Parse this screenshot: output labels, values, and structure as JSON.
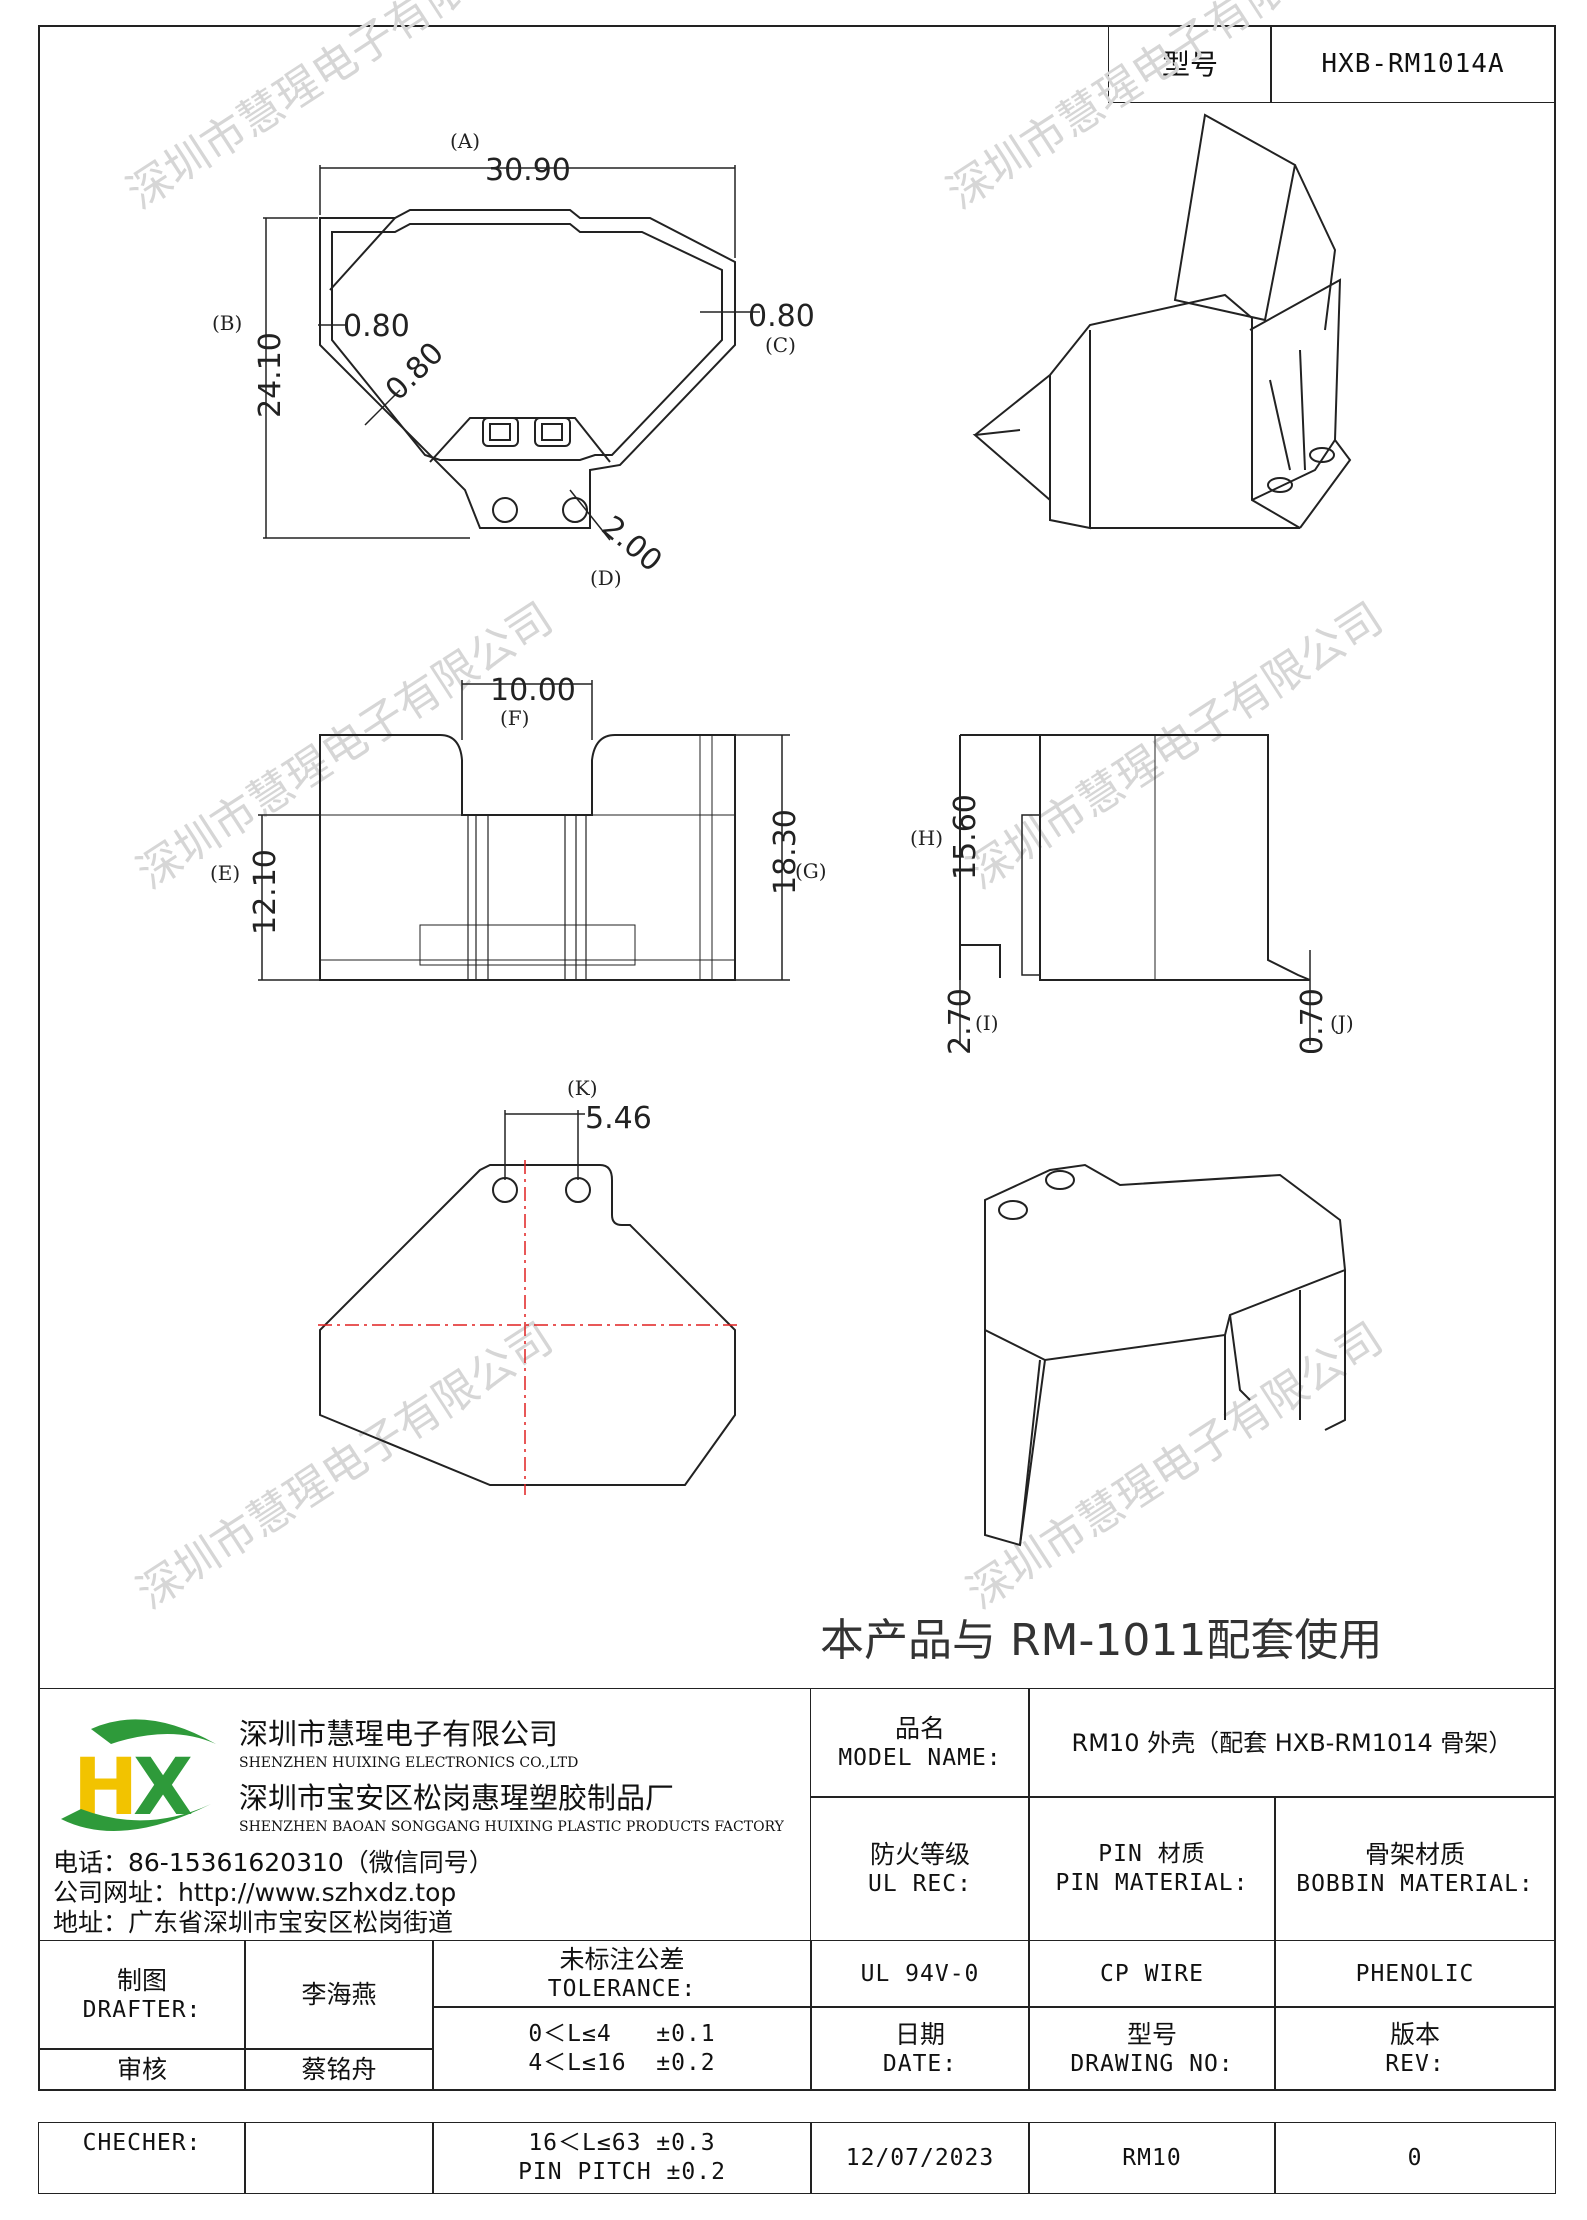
{
  "header": {
    "model_label": "型号",
    "model_value": "HXB-RM1014A"
  },
  "watermark": "深圳市慧瑆电子有限公司",
  "drawing": {
    "dims": {
      "A": "(A)",
      "A_val": "30.90",
      "B": "(B)",
      "B_val": "24.10",
      "left_wall": "0.80",
      "C": "(C)",
      "C_val": "0.80",
      "diag": "0.80",
      "D": "(D)",
      "D_val": "2.00",
      "F": "(F)",
      "F_val": "10.00",
      "E": "(E)",
      "E_val": "12.10",
      "G": "(G)",
      "G_val": "18.30",
      "H": "(H)",
      "H_val": "15.60",
      "I": "(I)",
      "I_val": "2.70",
      "J": "(J)",
      "J_val": "0.70",
      "K": "(K)",
      "K_val": "5.46"
    },
    "note": "本产品与    RM-1011配套使用"
  },
  "company": {
    "name_cn": "深圳市慧瑆电子有限公司",
    "name_en": "SHENZHEN HUIXING ELECTRONICS CO.,LTD",
    "factory_cn": "深圳市宝安区松岗惠瑆塑胶制品厂",
    "factory_en": "SHENZHEN BAOAN SONGGANG HUIXING PLASTIC PRODUCTS FACTORY",
    "phone": "电话：86-15361620310（微信同号）",
    "website": "公司网址：http://www.szhxdz.top",
    "address": "地址：广东省深圳市宝安区松岗街道"
  },
  "titleblock": {
    "model_name_cn": "品名",
    "model_name_en": "MODEL NAME:",
    "model_name_value": "RM10 外壳（配套 HXB-RM1014 骨架）",
    "ul_cn": "防火等级",
    "ul_en": "UL REC:",
    "pin_cn": "PIN 材质",
    "pin_en": "PIN MATERIAL:",
    "bobbin_cn": "骨架材质",
    "bobbin_en": "BOBBIN MATERIAL:",
    "drafter_cn": "制图",
    "drafter_en": "DRAFTER:",
    "drafter_value": "李海燕",
    "tolerance_cn": "未标注公差",
    "tolerance_en": "TOLERANCE:",
    "ul_value": "UL 94V-0",
    "pin_value": "CP WIRE",
    "bobbin_value": "PHENOLIC",
    "tol_1": "0＜L≤4   ±0.1",
    "tol_2": "4＜L≤16  ±0.2",
    "date_cn": "日期",
    "date_en": "DATE:",
    "drawing_cn": "型号",
    "drawing_en": "DRAWING NO:",
    "rev_cn": "版本",
    "rev_en": "REV:",
    "checker_cn": "审核",
    "checker_value": "蔡铭舟",
    "checher_en": "CHECHER:",
    "tol_3": "16＜L≤63 ±0.3",
    "tol_4": "PIN PITCH ±0.2",
    "date_value": "12/07/2023",
    "drawing_value": "RM10",
    "rev_value": "0"
  },
  "logo": {
    "letters": "HX",
    "colors": [
      "#f2c300",
      "#2e9a3a"
    ]
  }
}
